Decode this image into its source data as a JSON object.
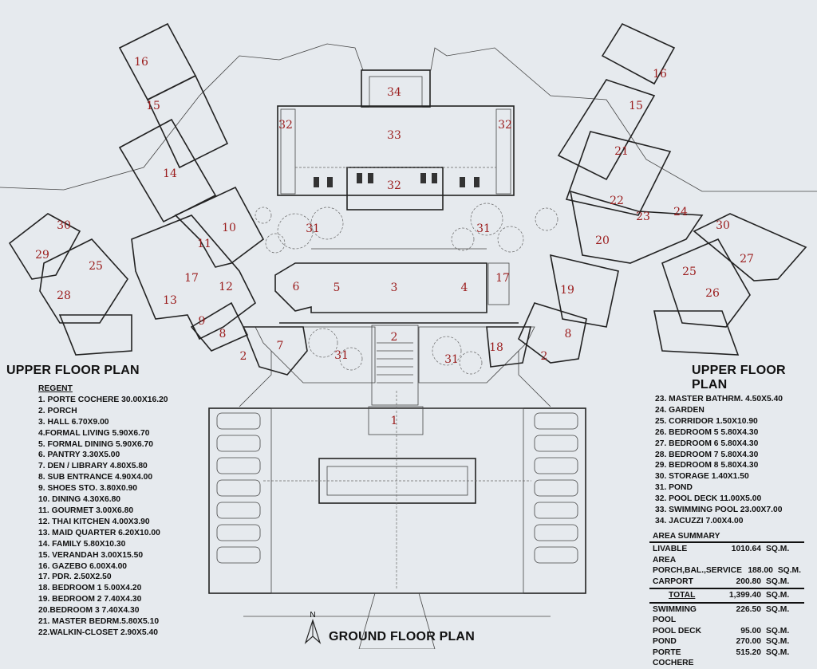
{
  "titles": {
    "upper_left": "UPPER FLOOR PLAN",
    "upper_right": "UPPER FLOOR PLAN",
    "ground": "GROUND FLOOR PLAN",
    "north": "N"
  },
  "rooms": {
    "r1": "1",
    "r2": "2",
    "r3": "3",
    "r4": "4",
    "r5": "5",
    "r6": "6",
    "r7": "7",
    "r8": "8",
    "r9": "9",
    "r10": "10",
    "r11": "11",
    "r12": "12",
    "r13": "13",
    "r14": "14",
    "r15": "15",
    "r16": "16",
    "r17": "17",
    "r18": "18",
    "r19": "19",
    "r20": "20",
    "r21": "21",
    "r22": "22",
    "r23": "23",
    "r24": "24",
    "r25": "25",
    "r26": "26",
    "r27": "27",
    "r28": "28",
    "r29": "29",
    "r30": "30",
    "r31": "31",
    "r32": "32",
    "r33": "33",
    "r34": "34"
  },
  "legend": {
    "heading": "REGENT",
    "items_left": [
      "1. PORTE COCHERE 30.00X16.20",
      "2. PORCH",
      "3. HALL    6.70X9.00",
      "4.FORMAL LIVING    5.90X6.70",
      "5. FORMAL DINING   5.90X6.70",
      "6. PANTRY    3.30X5.00",
      "7. DEN / LIBRARY  4.80X5.80",
      "8. SUB ENTRANCE    4.90X4.00",
      "9. SHOES  STO. 3.80X0.90",
      "10. DINING    4.30X6.80",
      "11. GOURMET    3.00X6.80",
      "12. THAI KITCHEN      4.00X3.90",
      "13. MAID QUARTER   6.20X10.00",
      "14. FAMILY    5.80X10.30",
      "15. VERANDAH  3.00X15.50",
      "16. GAZEBO   6.00X4.00",
      "17. PDR.     2.50X2.50",
      "18. BEDROOM 1     5.00X4.20",
      "19. BEDROOM 2        7.40X4.30",
      "20.BEDROOM 3     7.40X4.30",
      "21. MASTER BEDRM.5.80X5.10",
      "22.WALKIN-CLOSET  2.90X5.40"
    ],
    "items_right": [
      "23. MASTER BATHRM. 4.50X5.40",
      "24. GARDEN",
      "25. CORRIDOR  1.50X10.90",
      "26. BEDROOM 5    5.80X4.30",
      "27. BEDROOM 6    5.80X4.30",
      "28. BEDROOM 7    5.80X4.30",
      "29. BEDROOM 8    5.80X4.30",
      "30. STORAGE    1.40X1.50",
      "31. POND",
      "32. POOL DECK 11.00X5.00",
      "33. SWIMMING POOL   23.00X7.00",
      "34. JACUZZI  7.00X4.00"
    ]
  },
  "area_summary": {
    "heading": "AREA SUMMARY",
    "rows_top": [
      {
        "label": "LIVABLE AREA",
        "value": "1010.64",
        "unit": "SQ.M."
      },
      {
        "label": "PORCH,BAL.,SERVICE",
        "value": "188.00",
        "unit": "SQ.M."
      },
      {
        "label": "CARPORT",
        "value": "200.80",
        "unit": "SQ.M."
      }
    ],
    "total": {
      "label": "TOTAL",
      "value": "1,399.40",
      "unit": "SQ.M."
    },
    "rows_bottom": [
      {
        "label": "SWIMMING POOL",
        "value": "226.50",
        "unit": "SQ.M."
      },
      {
        "label": "POOL DECK",
        "value": "95.00",
        "unit": "SQ.M."
      },
      {
        "label": "POND",
        "value": "270.00",
        "unit": "SQ.M."
      },
      {
        "label": "PORTE COCHERE",
        "value": "515.20",
        "unit": "SQ.M."
      }
    ]
  },
  "colors": {
    "background": "#e6eaee",
    "room_number": "#9b1c1c",
    "line": "#222222"
  }
}
